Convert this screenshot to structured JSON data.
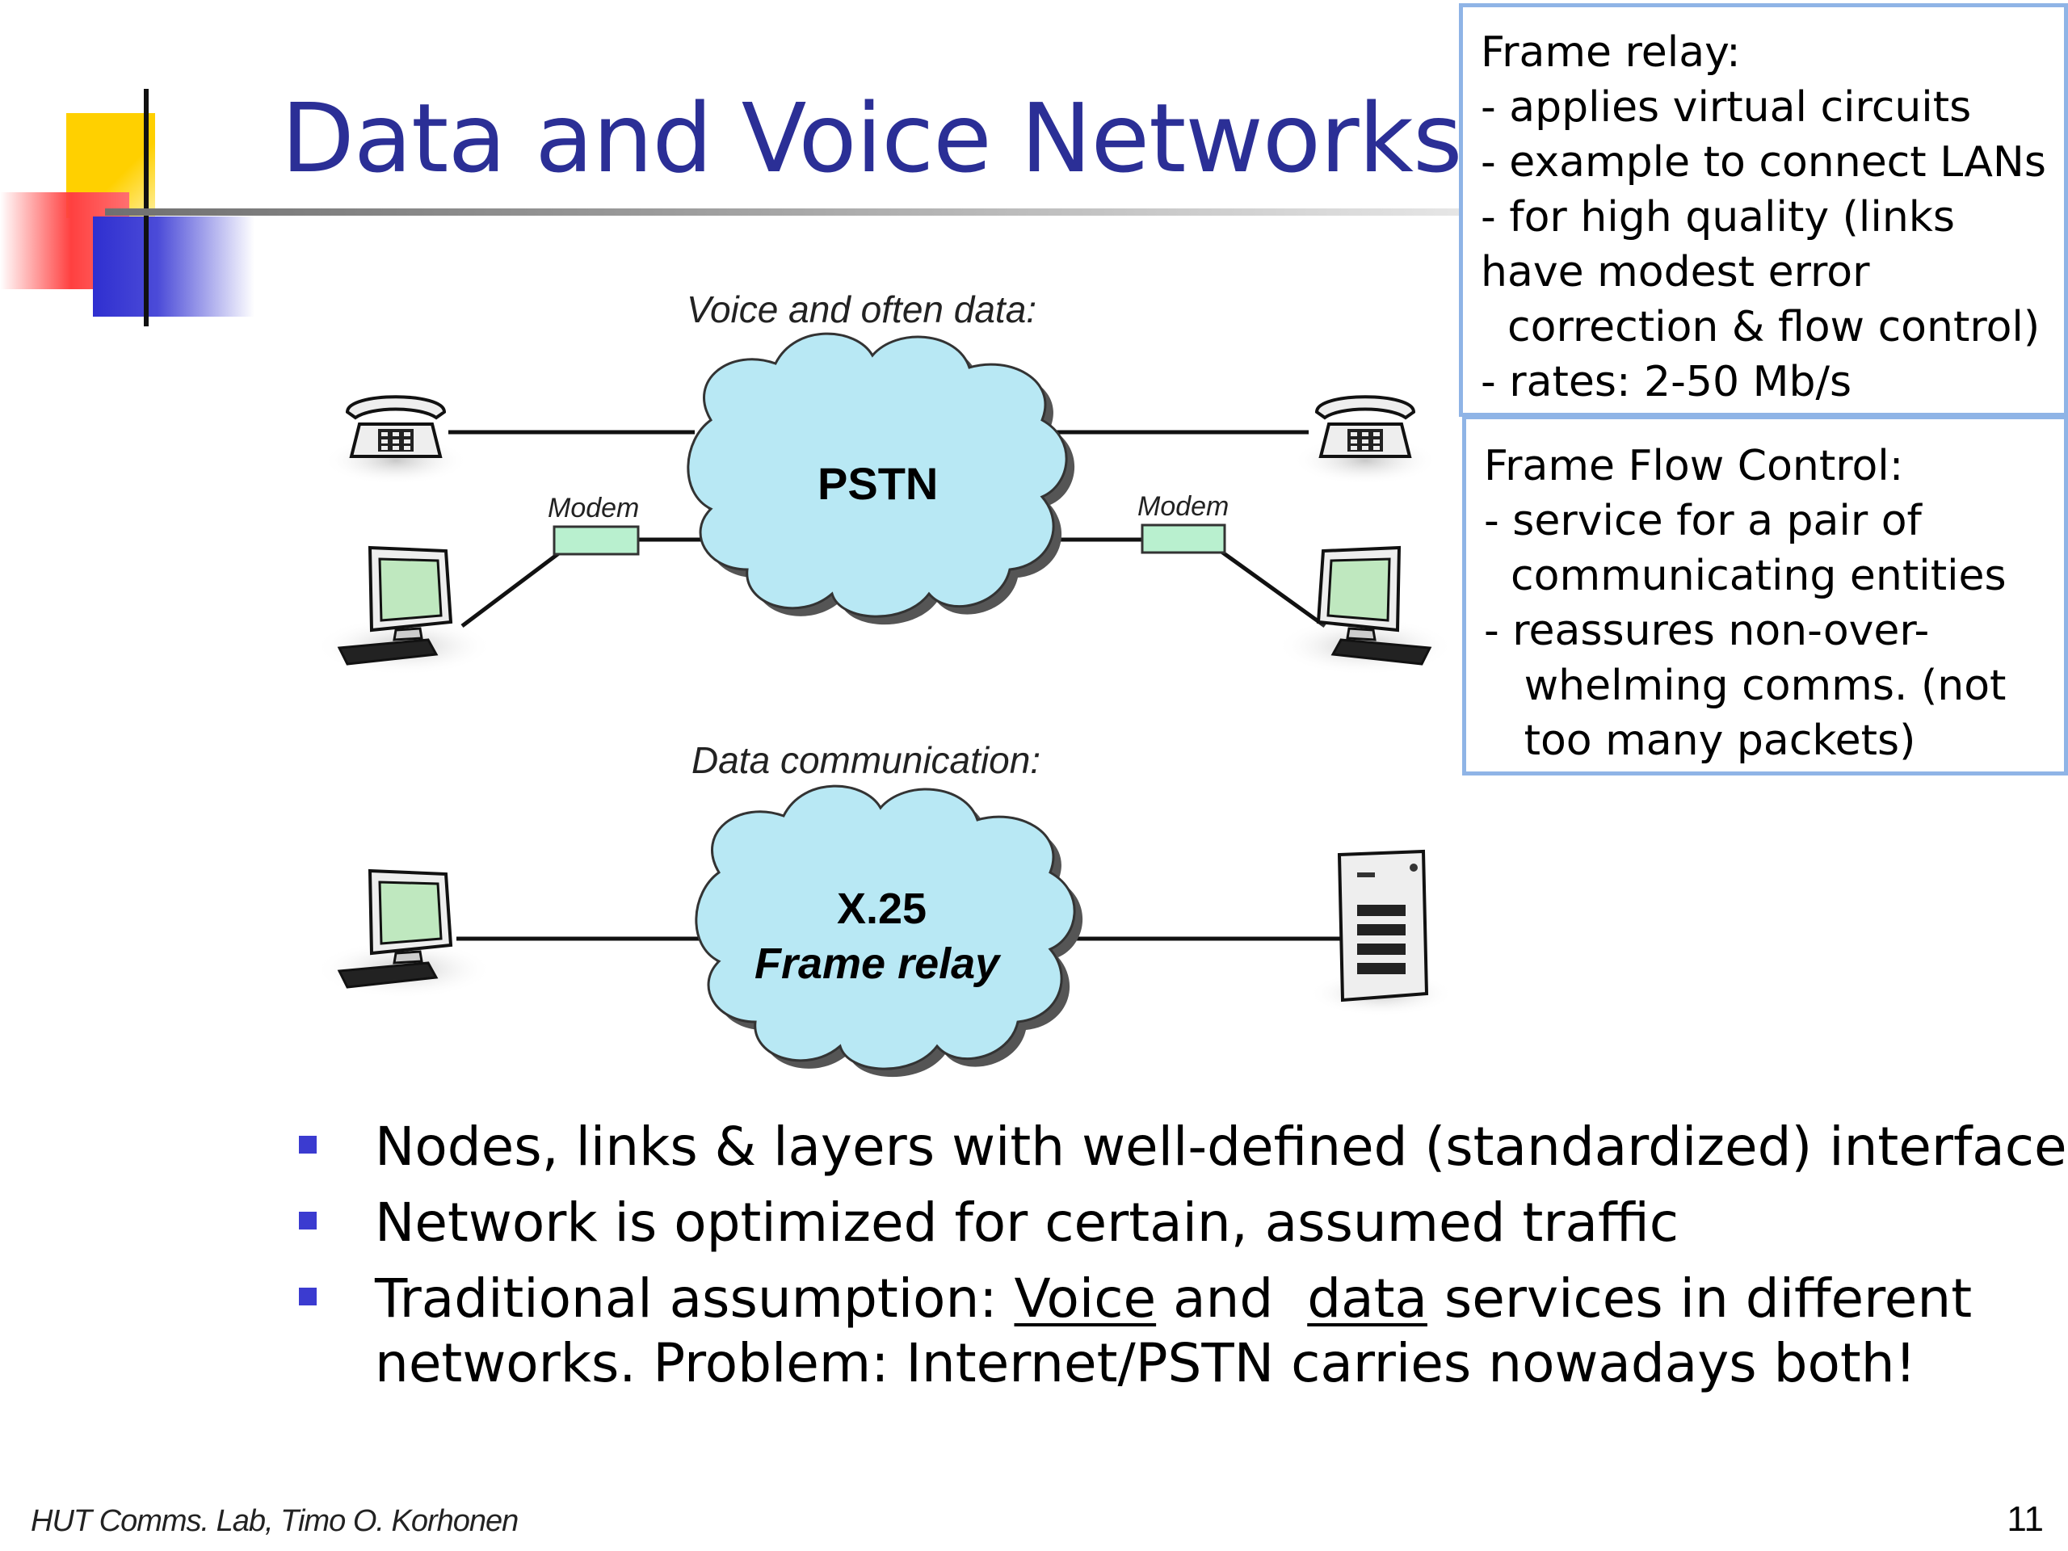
{
  "slide": {
    "title": "Data and Voice Networks",
    "page_number": "11",
    "footer": "HUT Comms. Lab, Timo O. Korhonen"
  },
  "notes": {
    "frame_relay": {
      "lines": [
        "Frame relay:",
        "- applies virtual circuits",
        "- example to connect LANs",
        "- for high quality (links",
        "have modest error",
        "  correction & flow control)",
        "- rates: 2-50 Mb/s"
      ]
    },
    "frame_flow_control": {
      "lines": [
        "Frame Flow Control:",
        "- service for a pair of",
        "  communicating entities",
        "- reassures non-over-",
        "   whelming comms. (not",
        "   too many packets)"
      ]
    }
  },
  "diagram": {
    "voice_caption": "Voice and often data:",
    "data_caption": "Data communication:",
    "pstn_label": "PSTN",
    "modem_left": "Modem",
    "modem_right": "Modem",
    "x25_label": "X.25",
    "frame_relay_label": "Frame relay",
    "cloud_color": "#b8e8f4",
    "modem_color": "#b9f0cf"
  },
  "bullets": {
    "b1": "Nodes, links & layers with well-defined (standardized) interfaces",
    "b2": "Network is optimized for certain, assumed traffic",
    "b3_pre": "Traditional assumption: ",
    "b3_voice": "Voice",
    "b3_mid": " and  ",
    "b3_data": "data",
    "b3_post": " services in different",
    "b3_line2": "networks. Problem: Internet/PSTN carries nowadays both!"
  },
  "colors": {
    "title": "#2b2f96",
    "bullet": "#3b3bd0",
    "note_border": "#8fb4e6"
  }
}
